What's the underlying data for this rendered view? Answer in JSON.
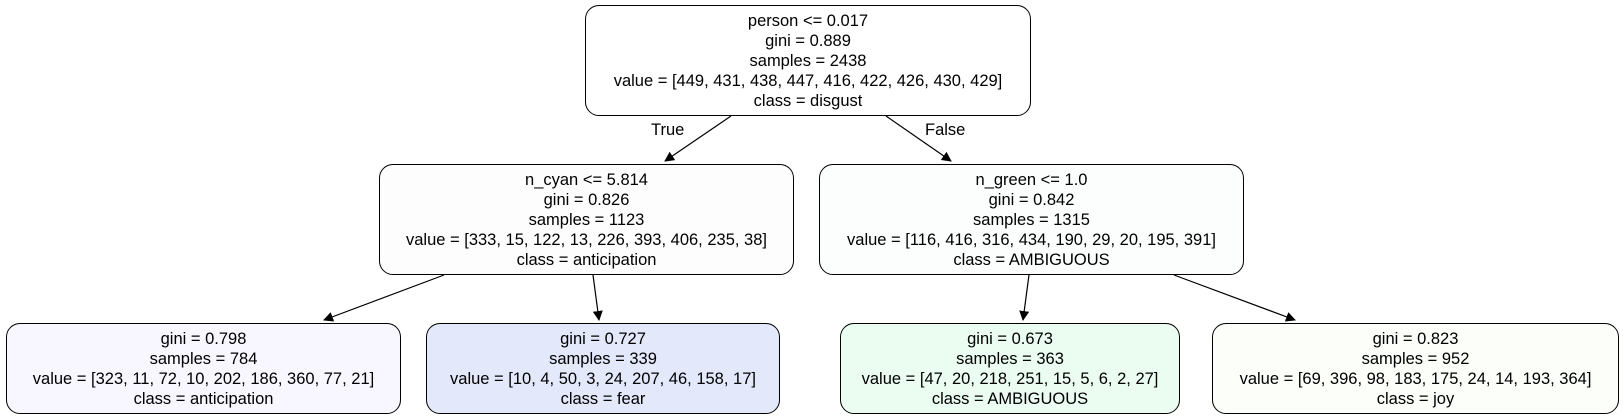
{
  "tree": {
    "nodes": [
      {
        "id": "root",
        "lines": [
          "person <= 0.017",
          "gini = 0.889",
          "samples = 2438",
          "value = [449, 431, 438, 447, 416, 422, 426, 430, 429]",
          "class = disgust"
        ],
        "fill": "#ffffff"
      },
      {
        "id": "left",
        "lines": [
          "n_cyan <= 5.814",
          "gini = 0.826",
          "samples = 1123",
          "value = [333, 15, 122, 13, 226, 393, 406, 235, 38]",
          "class = anticipation"
        ],
        "fill": "#fdfdfd"
      },
      {
        "id": "right",
        "lines": [
          "n_green <= 1.0",
          "gini = 0.842",
          "samples = 1315",
          "value = [116, 416, 316, 434, 190, 29, 20, 195, 391]",
          "class = AMBIGUOUS"
        ],
        "fill": "#fbfefc"
      },
      {
        "id": "leaf1",
        "lines": [
          "gini = 0.798",
          "samples = 784",
          "value = [323, 11, 72, 10, 202, 186, 360, 77, 21]",
          "class = anticipation"
        ],
        "fill": "#f8f6fe"
      },
      {
        "id": "leaf2",
        "lines": [
          "gini = 0.727",
          "samples = 339",
          "value = [10, 4, 50, 3, 24, 207, 46, 158, 17]",
          "class = fear"
        ],
        "fill": "#e3e8fb"
      },
      {
        "id": "leaf3",
        "lines": [
          "gini = 0.673",
          "samples = 363",
          "value = [47, 20, 218, 251, 15, 5, 6, 2, 27]",
          "class = AMBIGUOUS"
        ],
        "fill": "#ebfcf1"
      },
      {
        "id": "leaf4",
        "lines": [
          "gini = 0.823",
          "samples = 952",
          "value = [69, 396, 98, 183, 175, 24, 14, 193, 364]",
          "class = joy"
        ],
        "fill": "#fcfefa"
      }
    ],
    "edges": [
      {
        "from": "root",
        "to": "left",
        "label": "True"
      },
      {
        "from": "root",
        "to": "right",
        "label": "False"
      },
      {
        "from": "left",
        "to": "leaf1",
        "label": ""
      },
      {
        "from": "left",
        "to": "leaf2",
        "label": ""
      },
      {
        "from": "right",
        "to": "leaf3",
        "label": ""
      },
      {
        "from": "right",
        "to": "leaf4",
        "label": ""
      }
    ]
  }
}
